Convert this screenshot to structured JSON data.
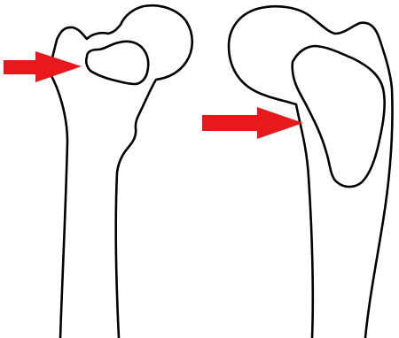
{
  "figure": {
    "panels": [
      {
        "id": "left",
        "structure": "bone",
        "has_lesion": true,
        "arrow": {
          "direction": "right",
          "color": "#e8191c"
        }
      },
      {
        "id": "right",
        "structure": "bone",
        "has_lesion": true,
        "arrow": {
          "direction": "right",
          "color": "#e8191c"
        }
      }
    ],
    "colors": {
      "background": "#ffffff",
      "outline": "#000000",
      "arrow": "#e8191c"
    }
  }
}
